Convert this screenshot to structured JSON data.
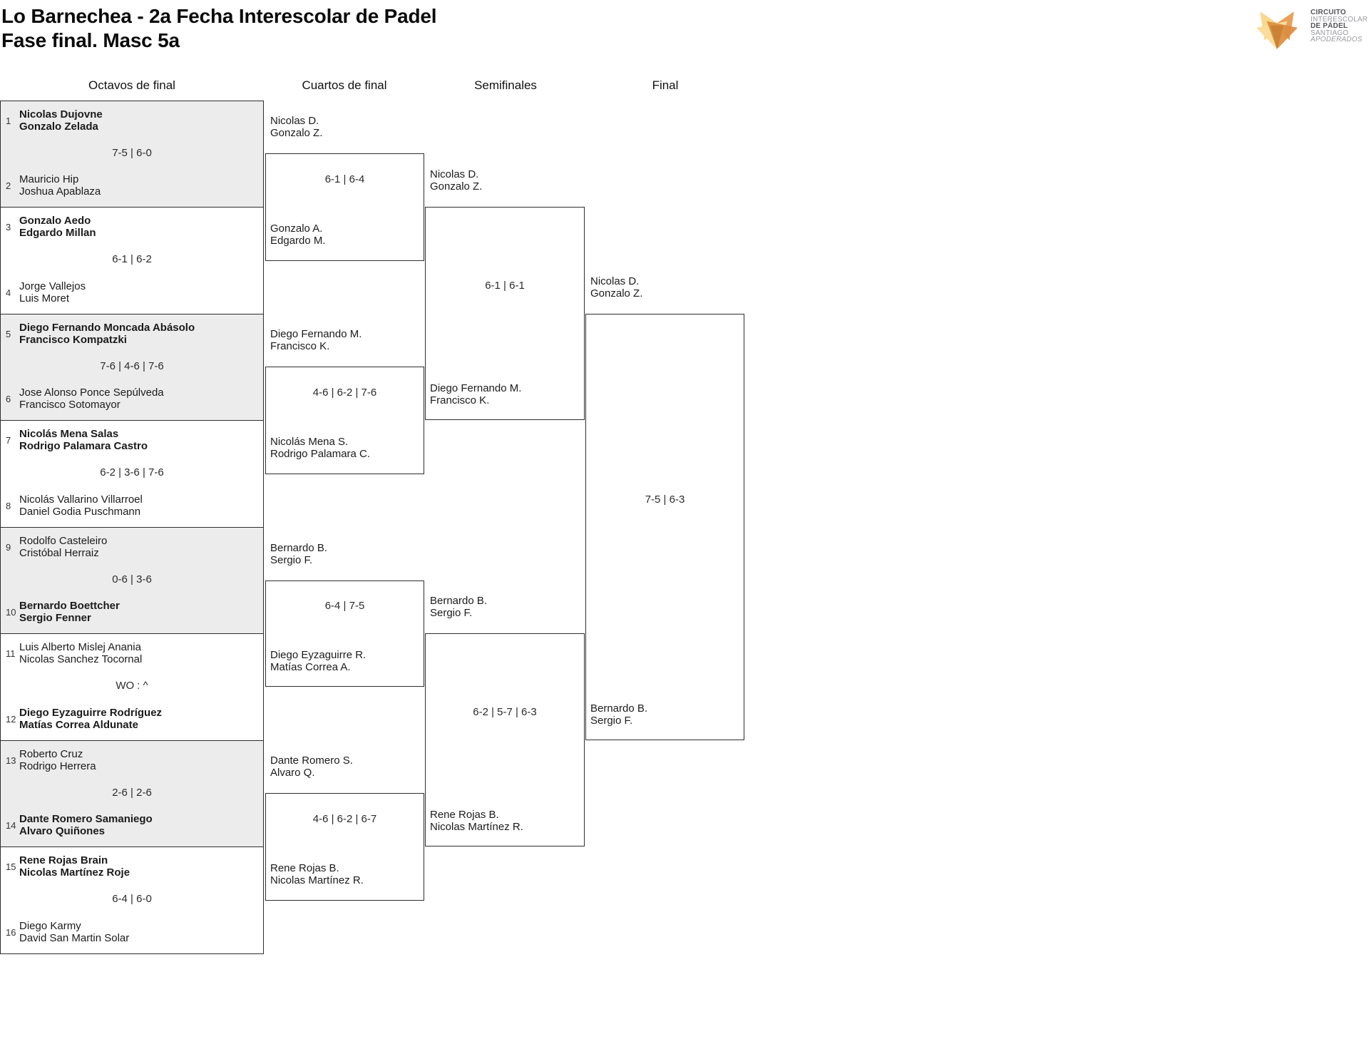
{
  "title": {
    "line1": "Lo Barnechea - 2a Fecha Interescolar de Padel",
    "line2": "Fase final. Masc 5a"
  },
  "logo": {
    "line1": "CIRCUITO",
    "line2": "INTERESCOLAR",
    "line3": "DE PÁDEL",
    "line4": "SANTIAGO",
    "line5": "APODERADOS"
  },
  "rounds": {
    "r16": "Octavos de final",
    "qf": "Cuartos de final",
    "sf": "Semifinales",
    "f": "Final"
  },
  "colors": {
    "shaded_row": "#ececec",
    "border": "#2e2e2e",
    "logo_light": "#F8D88E",
    "logo_orange": "#E9A159",
    "logo_dark_orange": "#DB8C3E"
  },
  "octavos": [
    {
      "s1": "1",
      "p1a": "Nicolas Dujovne",
      "p1b": "Gonzalo Zelada",
      "w1": true,
      "score": "7-5 | 6-0",
      "s2": "2",
      "p2a": "Mauricio Hip",
      "p2b": "Joshua Apablaza",
      "w2": false
    },
    {
      "s1": "3",
      "p1a": "Gonzalo Aedo",
      "p1b": "Edgardo Millan",
      "w1": true,
      "score": "6-1 | 6-2",
      "s2": "4",
      "p2a": "Jorge Vallejos",
      "p2b": "Luis Moret",
      "w2": false
    },
    {
      "s1": "5",
      "p1a": "Diego Fernando Moncada Abásolo",
      "p1b": "Francisco Kompatzki",
      "w1": true,
      "score": "7-6 | 4-6 | 7-6",
      "s2": "6",
      "p2a": "Jose Alonso Ponce Sepúlveda",
      "p2b": "Francisco Sotomayor",
      "w2": false
    },
    {
      "s1": "7",
      "p1a": "Nicolás Mena Salas",
      "p1b": "Rodrigo Palamara Castro",
      "w1": true,
      "score": "6-2 | 3-6 | 7-6",
      "s2": "8",
      "p2a": "Nicolás Vallarino Villarroel",
      "p2b": "Daniel Godia Puschmann",
      "w2": false
    },
    {
      "s1": "9",
      "p1a": "Rodolfo Casteleiro",
      "p1b": "Cristóbal Herraiz",
      "w1": false,
      "score": "0-6 | 3-6",
      "s2": "10",
      "p2a": "Bernardo Boettcher",
      "p2b": "Sergio Fenner",
      "w2": true
    },
    {
      "s1": "11",
      "p1a": "Luis Alberto Mislej Anania",
      "p1b": "Nicolas Sanchez Tocornal",
      "w1": false,
      "score": "WO : ^",
      "s2": "12",
      "p2a": "Diego Eyzaguirre Rodríguez",
      "p2b": "Matías Correa Aldunate",
      "w2": true
    },
    {
      "s1": "13",
      "p1a": "Roberto Cruz",
      "p1b": "Rodrigo Herrera",
      "w1": false,
      "score": "2-6 | 2-6",
      "s2": "14",
      "p2a": "Dante Romero Samaniego",
      "p2b": "Alvaro Quiñones",
      "w2": true
    },
    {
      "s1": "15",
      "p1a": "Rene Rojas Brain",
      "p1b": "Nicolas Martínez Roje",
      "w1": true,
      "score": "6-4 | 6-0",
      "s2": "16",
      "p2a": "Diego Karmy",
      "p2b": "David San Martin Solar",
      "w2": false
    }
  ],
  "cuartos": [
    {
      "p1a": "Nicolas D.",
      "p1b": "Gonzalo Z.",
      "w1": true,
      "score": "6-1 | 6-4",
      "p2a": "Gonzalo A.",
      "p2b": "Edgardo M.",
      "w2": false
    },
    {
      "p1a": "Diego Fernando M.",
      "p1b": "Francisco K.",
      "w1": true,
      "score": "4-6 | 6-2 | 7-6",
      "p2a": "Nicolás Mena S.",
      "p2b": "Rodrigo Palamara C.",
      "w2": false
    },
    {
      "p1a": "Bernardo B.",
      "p1b": "Sergio F.",
      "w1": true,
      "score": "6-4 | 7-5",
      "p2a": "Diego Eyzaguirre R.",
      "p2b": "Matías Correa A.",
      "w2": false
    },
    {
      "p1a": "Dante Romero S.",
      "p1b": "Alvaro Q.",
      "w1": false,
      "score": "4-6 | 6-2 | 6-7",
      "p2a": "Rene Rojas B.",
      "p2b": "Nicolas Martínez R.",
      "w2": true
    }
  ],
  "semifinales": [
    {
      "p1a": "Nicolas D.",
      "p1b": "Gonzalo Z.",
      "w1": true,
      "score": "6-1 | 6-1",
      "p2a": "Diego Fernando M.",
      "p2b": "Francisco K.",
      "w2": false
    },
    {
      "p1a": "Bernardo B.",
      "p1b": "Sergio F.",
      "w1": true,
      "score": "6-2 | 5-7 | 6-3",
      "p2a": "Rene Rojas B.",
      "p2b": "Nicolas Martínez R.",
      "w2": false
    }
  ],
  "final_match": {
    "p1a": "Nicolas D.",
    "p1b": "Gonzalo Z.",
    "w1": true,
    "score": "7-5 | 6-3",
    "p2a": "Bernardo B.",
    "p2b": "Sergio F.",
    "w2": false
  }
}
